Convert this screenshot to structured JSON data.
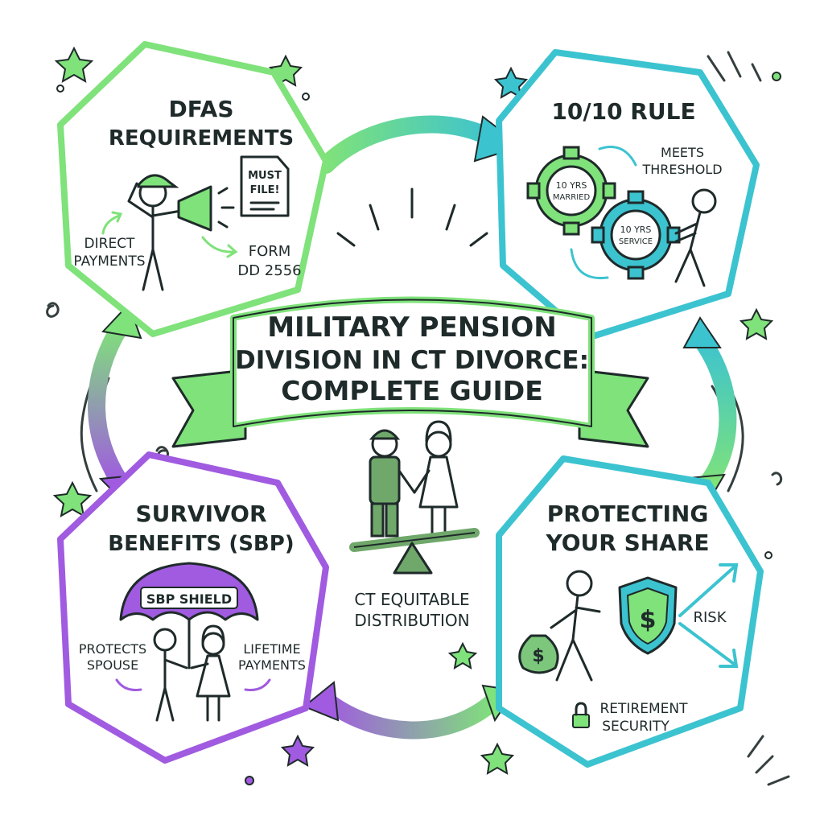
{
  "title": {
    "line1": "MILITARY PENSION",
    "line2": "DIVISION IN CT DIVORCE:",
    "line3": "COMPLETE GUIDE"
  },
  "panels": {
    "dfas": {
      "title1": "DFAS",
      "title2": "REQUIREMENTS",
      "note1": "MUST",
      "note2": "FILE!",
      "left1": "DIRECT",
      "left2": "PAYMENTS",
      "right1": "FORM",
      "right2": "DD 2556"
    },
    "rule": {
      "title": "10/10 RULE",
      "label1": "MEETS",
      "label2": "THRESHOLD",
      "gear1a": "10 YRS",
      "gear1b": "MARRIED",
      "gear2a": "10 YRS",
      "gear2b": "SERVICE"
    },
    "sbp": {
      "title1": "SURVIVOR",
      "title2": "BENEFITS (SBP)",
      "umbrella": "SBP SHIELD",
      "left1": "PROTECTS",
      "left2": "SPOUSE",
      "right1": "LIFETIME",
      "right2": "PAYMENTS"
    },
    "protect": {
      "title1": "PROTECTING",
      "title2": "YOUR SHARE",
      "risk": "RISK",
      "footer1": "RETIREMENT",
      "footer2": "SECURITY"
    }
  },
  "center": {
    "caption1": "CT EQUITABLE",
    "caption2": "DISTRIBUTION"
  },
  "colors": {
    "green": "#7fe27a",
    "teal": "#3cc3d0",
    "purple": "#a05be0",
    "ink": "#1f2a2a",
    "soldier": "#6fa86a",
    "money": "#7cc77c"
  }
}
